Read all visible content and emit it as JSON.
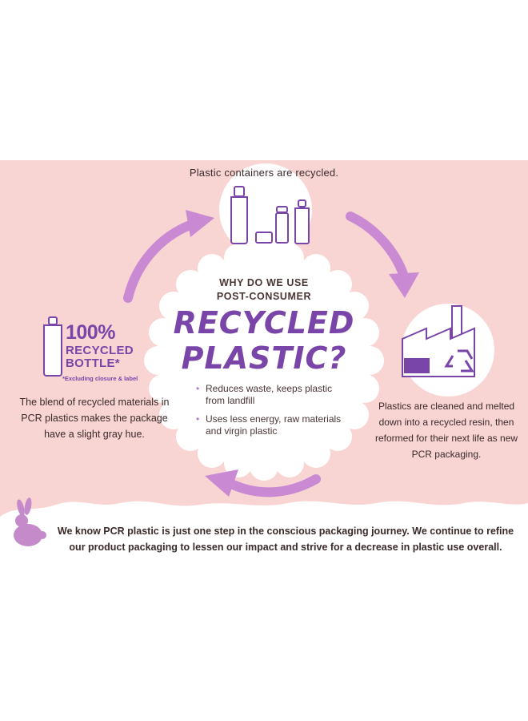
{
  "top_step": {
    "caption": "Plastic containers are recycled."
  },
  "center": {
    "title_small_line1": "WHY DO WE USE",
    "title_small_line2": "POST-CONSUMER",
    "title_big_line1": "RECYCLED",
    "title_big_line2": "PLASTIC?",
    "bullets": [
      "Reduces waste, keeps plastic from landfill",
      "Uses less energy, raw materials and virgin plastic"
    ]
  },
  "left_step": {
    "badge_percent": "100%",
    "badge_line1": "RECYCLED",
    "badge_line2": "BOTTLE*",
    "badge_note": "*Excluding closure & label",
    "caption": "The blend of recycled materials in PCR plastics makes the package have a slight gray hue."
  },
  "right_step": {
    "caption": "Plastics are cleaned and melted down into a recycled resin, then reformed for their next life as new PCR packaging."
  },
  "footer": {
    "text": "We know PCR plastic is just one step in the conscious packaging journey. We continue to refine our product packaging to lessen our impact and strive for a decrease in plastic use overall."
  },
  "colors": {
    "pink_background": "#f8d4d3",
    "purple_accent": "#7a45a8",
    "arrow_lilac": "#c98ad3",
    "dark_text": "#3a2a2a"
  },
  "icons": [
    "bottles-icon",
    "factory-icon",
    "recycle-icon",
    "bottle-icon",
    "bunny-icon",
    "circular-arrows"
  ]
}
